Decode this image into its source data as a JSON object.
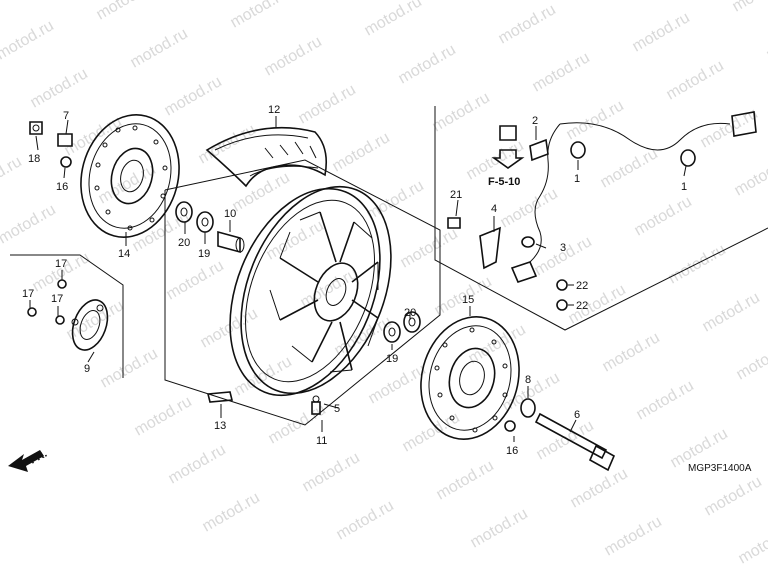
{
  "watermark": "motod.ru",
  "diagram_code": "MGP3F1400A",
  "reference": "F-5-10",
  "direction_label": "FR.",
  "callouts": [
    "1",
    "1",
    "2",
    "3",
    "4",
    "5",
    "6",
    "7",
    "8",
    "9",
    "10",
    "11",
    "12",
    "13",
    "14",
    "15",
    "16",
    "16",
    "17",
    "17",
    "17",
    "18",
    "19",
    "19",
    "20",
    "20",
    "21",
    "22",
    "22"
  ]
}
